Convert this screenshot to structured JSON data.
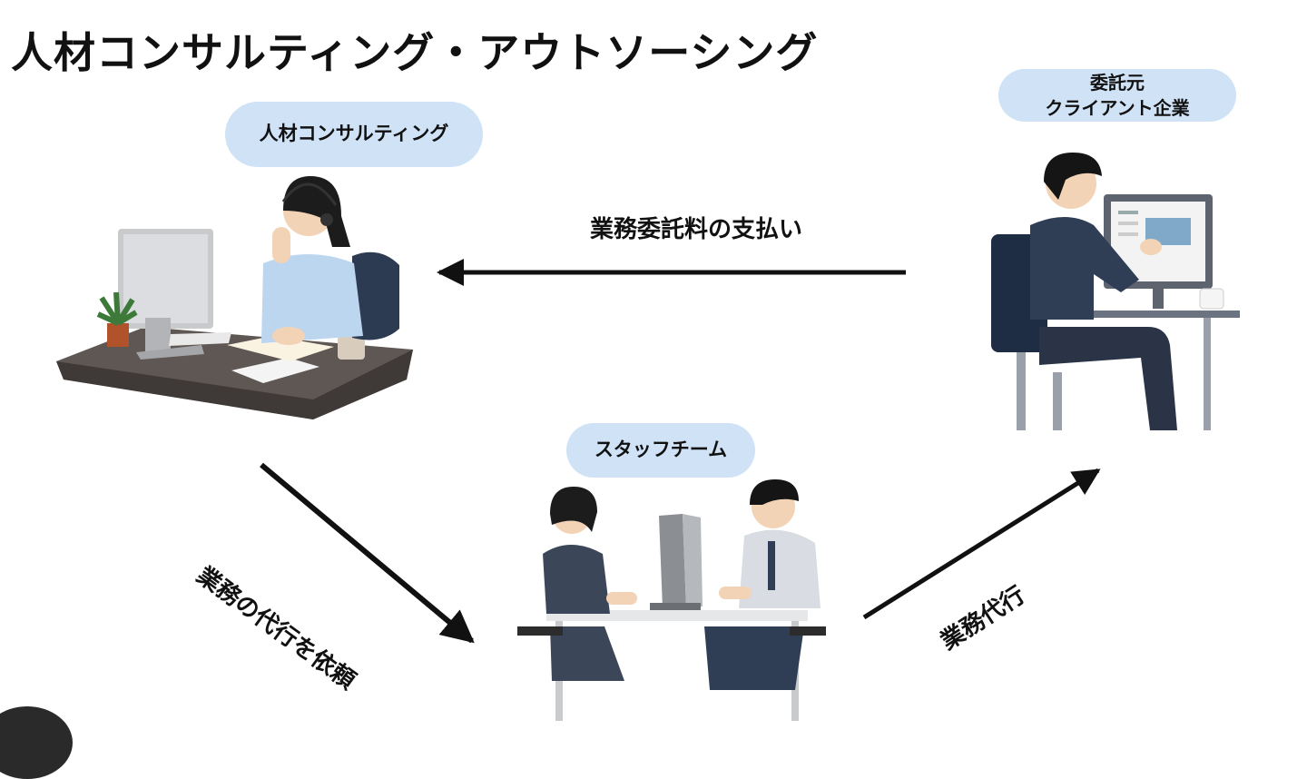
{
  "title": "人材コンサルティング・アウトソーシング",
  "nodes": {
    "consulting": {
      "label": "人材コンサルティング"
    },
    "client": {
      "label_line1": "委託元",
      "label_line2": "クライアント企業"
    },
    "staff": {
      "label": "スタッフチーム"
    }
  },
  "arrows": {
    "payment": {
      "label": "業務委託料の支払い"
    },
    "request": {
      "label": "業務の代行を依頼"
    },
    "delegate": {
      "label": "業務代行"
    }
  },
  "colors": {
    "pill": "#cfe2f6",
    "arrow": "#111111",
    "shirt": "#bcd6f0",
    "suit": "#2f3e55"
  }
}
